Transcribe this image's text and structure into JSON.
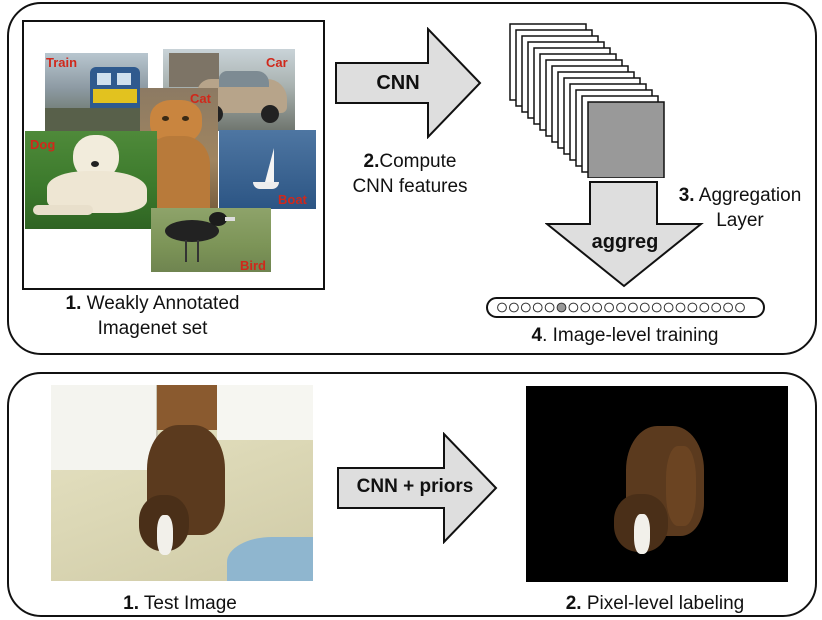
{
  "top_panel": {
    "step1": {
      "num": "1.",
      "line1": " Weakly Annotated",
      "line2": "Imagenet set"
    },
    "images": [
      {
        "label": "Train"
      },
      {
        "label": "Car"
      },
      {
        "label": "Cat"
      },
      {
        "label": "Dog"
      },
      {
        "label": "Boat"
      },
      {
        "label": "Bird"
      }
    ],
    "cnn_arrow_label": "CNN",
    "step2": {
      "num": "2.",
      "line1": "Compute",
      "line2": "CNN features"
    },
    "step3": {
      "num": "3.",
      "line1": " Aggregation",
      "line2": "Layer"
    },
    "aggreg_arrow_label": "aggreg",
    "step4": {
      "num": "4",
      "text": ". Image-level training"
    }
  },
  "bottom_panel": {
    "step1": {
      "num": "1.",
      "text": " Test Image"
    },
    "arrow_label": "CNN + priors",
    "step2": {
      "num": "2.",
      "text": " Pixel-level labeling"
    }
  },
  "colors": {
    "arrow_fill": "#dedede",
    "outline": "#111111",
    "label_red": "#d0281b",
    "feature_highlight": "#999999"
  }
}
